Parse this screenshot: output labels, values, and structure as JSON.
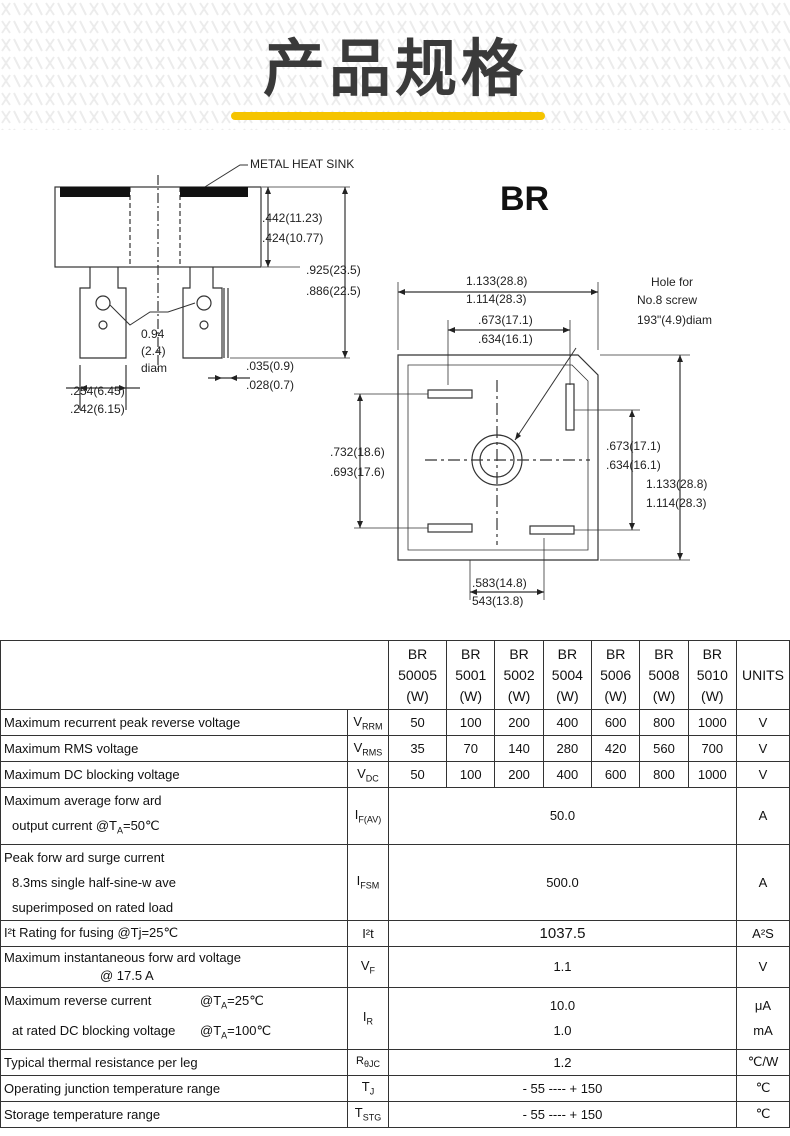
{
  "header": {
    "title": "产品规格"
  },
  "drawing": {
    "model": "BR",
    "side": {
      "heat_sink": "METAL HEAT SINK",
      "body_h_max": ".442(11.23)",
      "body_h_min": ".424(10.77)",
      "total_h_max": ".925(23.5)",
      "total_h_min": ".886(22.5)",
      "hole_num": "0.94",
      "hole_den": "(2.4)",
      "hole_unit": "diam",
      "tab_w_max": ".254(6.45)",
      "tab_w_min": ".242(6.15)",
      "tab_t_max": ".035(0.9)",
      "tab_t_min": ".028(0.7)"
    },
    "top": {
      "width_max": "1.133(28.8)",
      "width_min": "1.114(28.3)",
      "hole_label_1": "Hole for",
      "hole_label_2": "No.8 screw",
      "hole_label_3": "193\"(4.9)diam",
      "pin_span_max": ".673(17.1)",
      "pin_span_min": ".634(16.1)",
      "left_max": ".732(18.6)",
      "left_min": ".693(17.6)",
      "right_span_max": ".673(17.1)",
      "right_span_min": ".634(16.1)",
      "height_max": "1.133(28.8)",
      "height_min": "1.114(28.3)",
      "bottom_max": ".583(14.8)",
      "bottom_min": "543(13.8)"
    }
  },
  "table": {
    "parts": [
      {
        "l1": "BR",
        "l2": "50005",
        "l3": "(W)"
      },
      {
        "l1": "BR",
        "l2": "5001",
        "l3": "(W)"
      },
      {
        "l1": "BR",
        "l2": "5002",
        "l3": "(W)"
      },
      {
        "l1": "BR",
        "l2": "5004",
        "l3": "(W)"
      },
      {
        "l1": "BR",
        "l2": "5006",
        "l3": "(W)"
      },
      {
        "l1": "BR",
        "l2": "5008",
        "l3": "(W)"
      },
      {
        "l1": "BR",
        "l2": "5010",
        "l3": "(W)"
      }
    ],
    "units_header": "UNITS",
    "vrrm": {
      "label": "Maximum recurrent peak reverse voltage",
      "sym": "V",
      "sub": "RRM",
      "values": [
        "50",
        "100",
        "200",
        "400",
        "600",
        "800",
        "1000"
      ],
      "unit": "V"
    },
    "vrms": {
      "label": "Maximum RMS voltage",
      "sym": "V",
      "sub": "RMS",
      "values": [
        "35",
        "70",
        "140",
        "280",
        "420",
        "560",
        "700"
      ],
      "unit": "V"
    },
    "vdc": {
      "label": "Maximum DC blocking voltage",
      "sym": "V",
      "sub": "DC",
      "values": [
        "50",
        "100",
        "200",
        "400",
        "600",
        "800",
        "1000"
      ],
      "unit": "V"
    },
    "ifav": {
      "line1": "Maximum average forw ard",
      "line2": "output current     @T",
      "line2_sub": "A",
      "line2_end": "=50℃",
      "sym": "I",
      "sub": "F(AV)",
      "value": "50.0",
      "unit": "A"
    },
    "ifsm": {
      "line1": "Peak forw ard surge current",
      "line2": "8.3ms single half-sine-w ave",
      "line3": "superimposed on rated load",
      "sym": "I",
      "sub": "FSM",
      "value": "500.0",
      "unit": "A"
    },
    "i2t": {
      "label": "I²t Rating for fusing  @Tj=25℃",
      "sym": "I²t",
      "value": "1037.5",
      "unit": "A²S"
    },
    "vf": {
      "line1": "Maximum instantaneous forw ard voltage",
      "line2": "@ 17.5  A",
      "sym": "V",
      "sub": "F",
      "value": "1.1",
      "unit": "V"
    },
    "ir": {
      "line1": "Maximum reverse current",
      "cond1": "@T",
      "cond1_sub": "A",
      "cond1_end": "=25℃",
      "line2": "at rated DC blocking  voltage",
      "cond2": "@T",
      "cond2_sub": "A",
      "cond2_end": "=100℃",
      "sym": "I",
      "sub": "R",
      "value1": "10.0",
      "value2": "1.0",
      "unit1": "μA",
      "unit2": "mA"
    },
    "rth": {
      "label": "Typical thermal resistance per leg",
      "sym": "R",
      "sub": "θJC",
      "value": "1.2",
      "unit": "℃/W"
    },
    "tj": {
      "label": "Operating junction temperature range",
      "sym": "T",
      "sub": "J",
      "value": "- 55 ---- + 150",
      "unit": "℃"
    },
    "tstg": {
      "label": "Storage temperature range",
      "sym": "T",
      "sub": "STG",
      "value": "- 55 ---- + 150",
      "unit": "℃"
    }
  }
}
